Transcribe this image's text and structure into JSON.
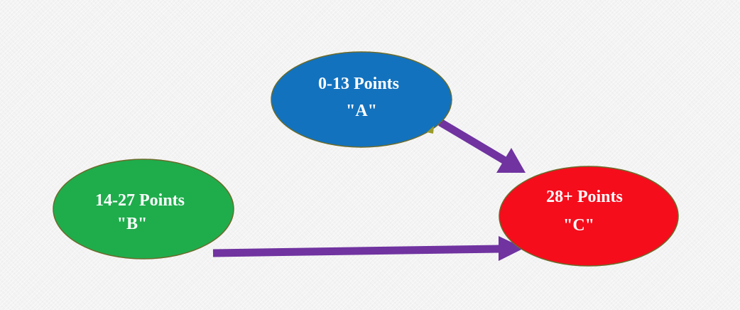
{
  "nodes": [
    {
      "id": "a",
      "line1": "0-13 Points",
      "line2": "\"A\"",
      "color": "#1372be"
    },
    {
      "id": "b",
      "line1": "14-27 Points",
      "line2": "\"B\"",
      "color": "#1fad4c"
    },
    {
      "id": "c",
      "line1": "28+ Points",
      "line2": "\"C\"",
      "color": "#f50d1c"
    }
  ],
  "colors": {
    "node_border": "#6b6b2a",
    "arrow": "#7033a0",
    "text": "#ffffff"
  },
  "edges": [
    {
      "from": "a",
      "to": "c"
    },
    {
      "from": "b",
      "to": "c"
    }
  ]
}
